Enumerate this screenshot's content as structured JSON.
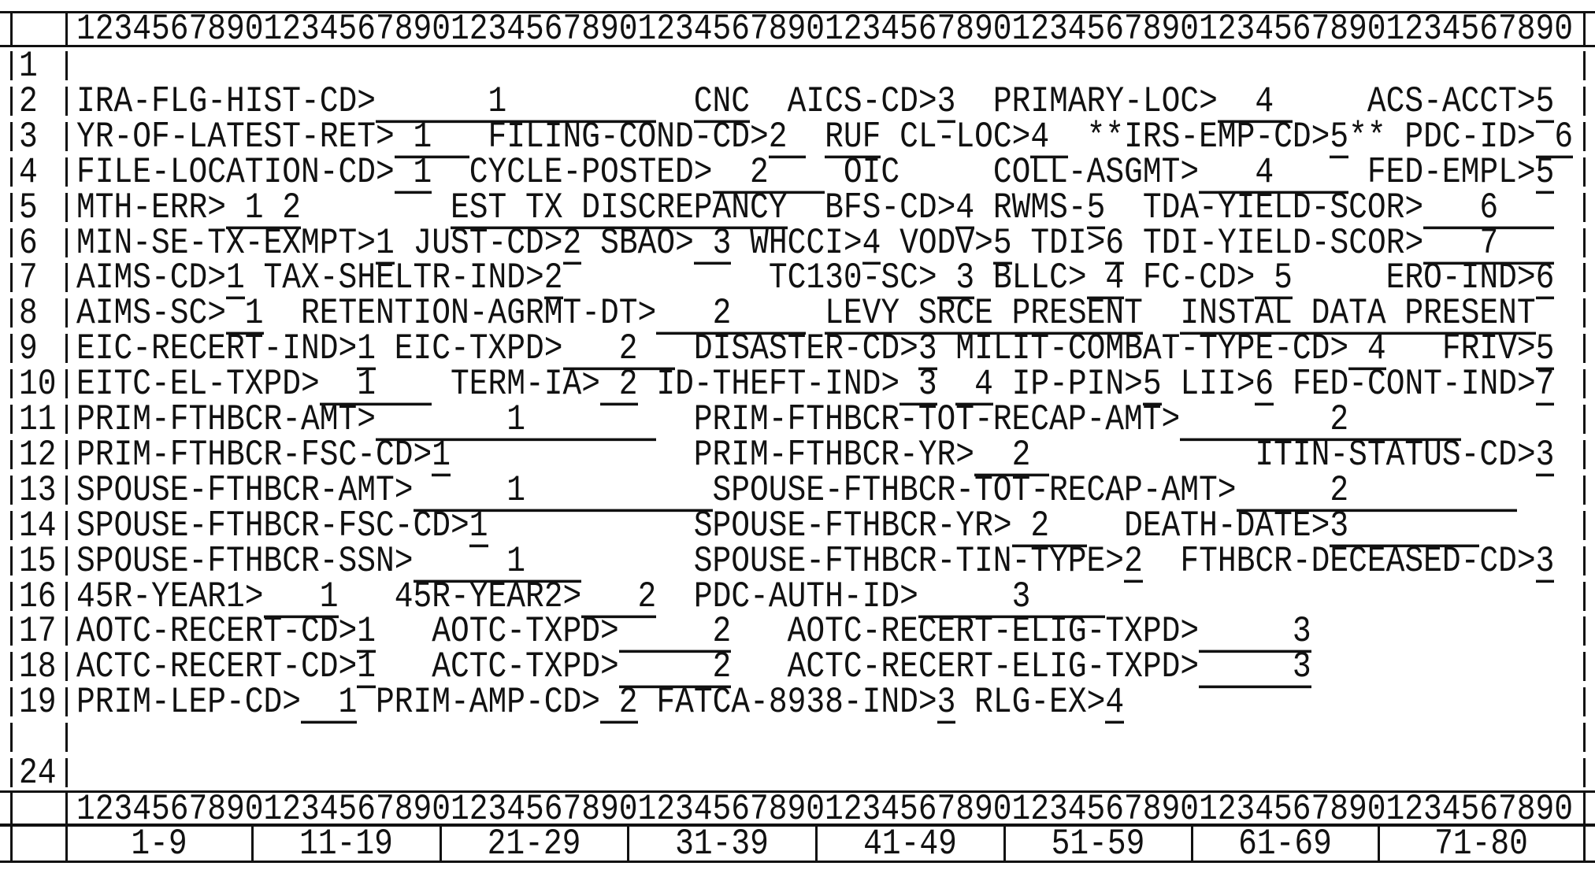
{
  "ruler": "12345678901234567890123456789012345678901234567890123456789012345678901234567890",
  "rows": [
    {
      "num": "1",
      "segs": []
    },
    {
      "num": "2",
      "segs": [
        {
          "t": "IRA-FLG-HIST-CD>"
        },
        {
          "t": "      1        ",
          "u": true
        },
        {
          "t": "  "
        },
        {
          "t": "CNC",
          "u": true
        },
        {
          "t": "  AICS-CD>"
        },
        {
          "t": "3",
          "u": true
        },
        {
          "t": "  PRIMARY-LOC>"
        },
        {
          "t": "  4 ",
          "u": true
        },
        {
          "t": "    ACS-ACCT>"
        },
        {
          "t": "5",
          "u": true
        }
      ]
    },
    {
      "num": "3",
      "segs": [
        {
          "t": "YR-OF-LATEST-RET>"
        },
        {
          "t": " 1  ",
          "u": true
        },
        {
          "t": " FILING-COND-CD>"
        },
        {
          "t": "2 ",
          "u": true
        },
        {
          "t": " "
        },
        {
          "t": "RUF",
          "u": true
        },
        {
          "t": " CL-LOC>"
        },
        {
          "t": "4 ",
          "u": true
        },
        {
          "t": " **IRS-EMP-CD>"
        },
        {
          "t": "5",
          "u": true
        },
        {
          "t": "** PDC-ID>"
        },
        {
          "t": " 6",
          "u": true
        }
      ]
    },
    {
      "num": "4",
      "segs": [
        {
          "t": "FILE-LOCATION-CD>"
        },
        {
          "t": " 1",
          "u": true
        },
        {
          "t": "  CYCLE-POSTED>"
        },
        {
          "t": "  2   ",
          "u": true
        },
        {
          "t": " OIC     COLL-ASGMT>"
        },
        {
          "t": "   4    ",
          "u": true
        },
        {
          "t": " FED-EMPL>"
        },
        {
          "t": "5",
          "u": true
        }
      ]
    },
    {
      "num": "5",
      "segs": [
        {
          "t": "MTH-ERR>"
        },
        {
          "t": " 1 2",
          "u": true
        },
        {
          "t": "        "
        },
        {
          "t": "EST TX DISCREPANCY",
          "u": true
        },
        {
          "t": "  BFS-CD>"
        },
        {
          "t": "4",
          "u": true
        },
        {
          "t": " RWMS-"
        },
        {
          "t": "5",
          "u": true
        },
        {
          "t": "  TDA-YIELD-SCOR>"
        },
        {
          "t": "   6   ",
          "u": true
        }
      ]
    },
    {
      "num": "6",
      "segs": [
        {
          "t": "MIN-SE-TX-EXMPT>"
        },
        {
          "t": "1",
          "u": true
        },
        {
          "t": " JUST-CD>"
        },
        {
          "t": "2",
          "u": true
        },
        {
          "t": " SBAO>"
        },
        {
          "t": " 3",
          "u": true
        },
        {
          "t": " WHCCI>"
        },
        {
          "t": "4",
          "u": true
        },
        {
          "t": " VODV>"
        },
        {
          "t": "5",
          "u": true
        },
        {
          "t": " TDI>"
        },
        {
          "t": "6",
          "u": true
        },
        {
          "t": " TDI-YIELD-SCOR>"
        },
        {
          "t": "   7   ",
          "u": true
        }
      ]
    },
    {
      "num": "7",
      "segs": [
        {
          "t": "AIMS-CD>"
        },
        {
          "t": "1",
          "u": true
        },
        {
          "t": " TAX-SHELTR-IND>"
        },
        {
          "t": "2",
          "u": true
        },
        {
          "t": "           TC130-SC>"
        },
        {
          "t": " 3",
          "u": true
        },
        {
          "t": " BLLC>"
        },
        {
          "t": " 4",
          "u": true
        },
        {
          "t": " FC-CD>"
        },
        {
          "t": " 5",
          "u": true
        },
        {
          "t": "     ERO-IND>"
        },
        {
          "t": "6",
          "u": true
        }
      ]
    },
    {
      "num": "8",
      "segs": [
        {
          "t": "AIMS-SC>"
        },
        {
          "t": " 1",
          "u": true
        },
        {
          "t": "  RETENTION-AGRMT-DT>"
        },
        {
          "t": "   2    ",
          "u": true
        },
        {
          "t": " "
        },
        {
          "t": "LEVY SRCE PRESENT",
          "u": true
        },
        {
          "t": "  "
        },
        {
          "t": "INSTAL DATA PRESENT",
          "u": true
        }
      ]
    },
    {
      "num": "9",
      "segs": [
        {
          "t": "EIC-RECERT-IND>"
        },
        {
          "t": "1",
          "u": true
        },
        {
          "t": " EIC-TXPD>"
        },
        {
          "t": "   2  ",
          "u": true
        },
        {
          "t": " DISASTER-CD>"
        },
        {
          "t": "3",
          "u": true
        },
        {
          "t": " MILIT-COMBAT-TYPE-CD>"
        },
        {
          "t": " 4",
          "u": true
        },
        {
          "t": "   FRIV>"
        },
        {
          "t": "5",
          "u": true
        }
      ]
    },
    {
      "num": "10",
      "segs": [
        {
          "t": "EITC-EL-TXPD>"
        },
        {
          "t": "  1   ",
          "u": true
        },
        {
          "t": " TERM-IA>"
        },
        {
          "t": " 2",
          "u": true
        },
        {
          "t": " ID-THEFT-IND>"
        },
        {
          "t": " 3",
          "u": true
        },
        {
          "t": " "
        },
        {
          "t": " 4",
          "u": true
        },
        {
          "t": " IP-PIN>"
        },
        {
          "t": "5",
          "u": true
        },
        {
          "t": " LII>"
        },
        {
          "t": "6",
          "u": true
        },
        {
          "t": " FED-CONT-IND>"
        },
        {
          "t": "7",
          "u": true
        }
      ]
    },
    {
      "num": "11",
      "segs": [
        {
          "t": "PRIM-FTHBCR-AMT>"
        },
        {
          "t": "       1       ",
          "u": true
        },
        {
          "t": "  PRIM-FTHBCR-TOT-RECAP-AMT>"
        },
        {
          "t": "        2      ",
          "u": true
        }
      ]
    },
    {
      "num": "12",
      "segs": [
        {
          "t": "PRIM-FTHBCR-FSC-CD>"
        },
        {
          "t": "1",
          "u": true
        },
        {
          "t": "             PRIM-FTHBCR-YR>"
        },
        {
          "t": "  2 ",
          "u": true
        },
        {
          "t": "           ITIN-STATUS-CD>"
        },
        {
          "t": "3",
          "u": true
        }
      ]
    },
    {
      "num": "13",
      "segs": [
        {
          "t": "SPOUSE-FTHBCR-AMT>"
        },
        {
          "t": "     1          ",
          "u": true
        },
        {
          "t": "SPOUSE-FTHBCR-TOT-RECAP-AMT>"
        },
        {
          "t": "     2         ",
          "u": true
        }
      ]
    },
    {
      "num": "14",
      "segs": [
        {
          "t": "SPOUSE-FTHBCR-FSC-CD>"
        },
        {
          "t": "1",
          "u": true
        },
        {
          "t": "           SPOUSE-FTHBCR-YR>"
        },
        {
          "t": " 2  ",
          "u": true
        },
        {
          "t": "  DEATH-DATE>"
        },
        {
          "t": "3       ",
          "u": true
        }
      ]
    },
    {
      "num": "15",
      "segs": [
        {
          "t": "SPOUSE-FTHBCR-SSN>"
        },
        {
          "t": "     1   ",
          "u": true
        },
        {
          "t": "      SPOUSE-FTHBCR-TIN-TYPE>"
        },
        {
          "t": "2",
          "u": true
        },
        {
          "t": "  FTHBCR-DECEASED-CD>"
        },
        {
          "t": "3",
          "u": true
        }
      ]
    },
    {
      "num": "16",
      "segs": [
        {
          "t": "45R-YEAR1>"
        },
        {
          "t": "   1",
          "u": true
        },
        {
          "t": "   45R-YEAR2>"
        },
        {
          "t": "   2",
          "u": true
        },
        {
          "t": "  PDC-AUTH-ID>"
        },
        {
          "t": "     3    ",
          "u": true
        }
      ]
    },
    {
      "num": "17",
      "segs": [
        {
          "t": "AOTC-RECERT-CD>"
        },
        {
          "t": "1",
          "u": true
        },
        {
          "t": "   AOTC-TXPD>"
        },
        {
          "t": "     2",
          "u": true
        },
        {
          "t": "   AOTC-RECERT-ELIG-TXPD>"
        },
        {
          "t": "     3",
          "u": true
        }
      ]
    },
    {
      "num": "18",
      "segs": [
        {
          "t": "ACTC-RECERT-CD>"
        },
        {
          "t": "1",
          "u": true
        },
        {
          "t": "   ACTC-TXPD>"
        },
        {
          "t": "     2",
          "u": true
        },
        {
          "t": "   ACTC-RECERT-ELIG-TXPD>"
        },
        {
          "t": "     3",
          "u": true
        }
      ]
    },
    {
      "num": "19",
      "segs": [
        {
          "t": "PRIM-LEP-CD>"
        },
        {
          "t": "  1",
          "u": true
        },
        {
          "t": " PRIM-AMP-CD>"
        },
        {
          "t": " 2",
          "u": true
        },
        {
          "t": " FATCA-8938-IND>"
        },
        {
          "t": "3",
          "u": true
        },
        {
          "t": " RLG-EX>"
        },
        {
          "t": "4",
          "u": true
        }
      ]
    },
    {
      "num": "",
      "segs": []
    },
    {
      "num": "24",
      "segs": []
    }
  ],
  "ranges": [
    "1-9",
    "11-19",
    "21-29",
    "31-39",
    "41-49",
    "51-59",
    "61-69",
    "71-80"
  ]
}
